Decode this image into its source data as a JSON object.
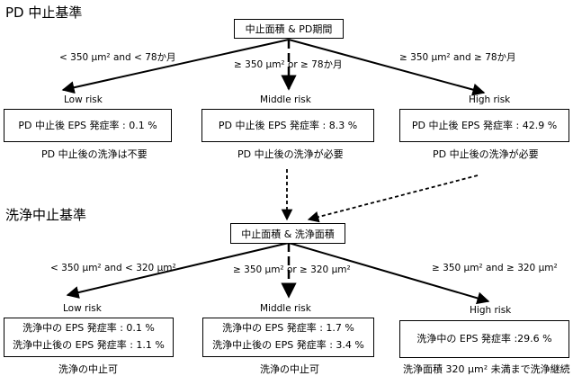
{
  "section1": {
    "title": "PD 中止基準",
    "header_box": "中止面積 & PD期間",
    "branches": [
      {
        "condition": "< 350 μm² and < 78か月",
        "risk": "Low risk",
        "box_lines": [
          "PD 中止後 EPS 発症率 : 0.1 %"
        ],
        "note": "PD 中止後の洗浄は不要"
      },
      {
        "condition": "≥ 350 μm² or ≥ 78か月",
        "risk": "Middle risk",
        "box_lines": [
          "PD 中止後 EPS 発症率 : 8.3 %"
        ],
        "note": "PD 中止後の洗浄が必要"
      },
      {
        "condition": "≥ 350 μm² and ≥ 78か月",
        "risk": "High risk",
        "box_lines": [
          "PD 中止後 EPS 発症率 : 42.9 %"
        ],
        "note": "PD 中止後の洗浄が必要"
      }
    ]
  },
  "section2": {
    "title": "洗浄中止基準",
    "header_box": "中止面積 & 洗浄面積",
    "branches": [
      {
        "condition": "< 350 μm² and < 320 μm²",
        "risk": "Low risk",
        "box_lines": [
          "洗浄中の EPS 発症率 : 0.1 %",
          "洗浄中止後の EPS 発症率 : 1.1 %"
        ],
        "note": "洗浄の中止可"
      },
      {
        "condition": "≥ 350 μm² or ≥ 320 μm²",
        "risk": "Middle risk",
        "box_lines": [
          "洗浄中の EPS 発症率 : 1.7 %",
          "洗浄中止後の EPS 発症率 : 3.4 %"
        ],
        "note": "洗浄の中止可"
      },
      {
        "condition": "≥ 350 μm² and ≥ 320 μm²",
        "risk": "High risk",
        "box_lines": [
          "洗浄中の EPS 発症率 :29.6 %"
        ],
        "note": "洗浄面積 320 μm² 未満まで洗浄継続"
      }
    ]
  }
}
